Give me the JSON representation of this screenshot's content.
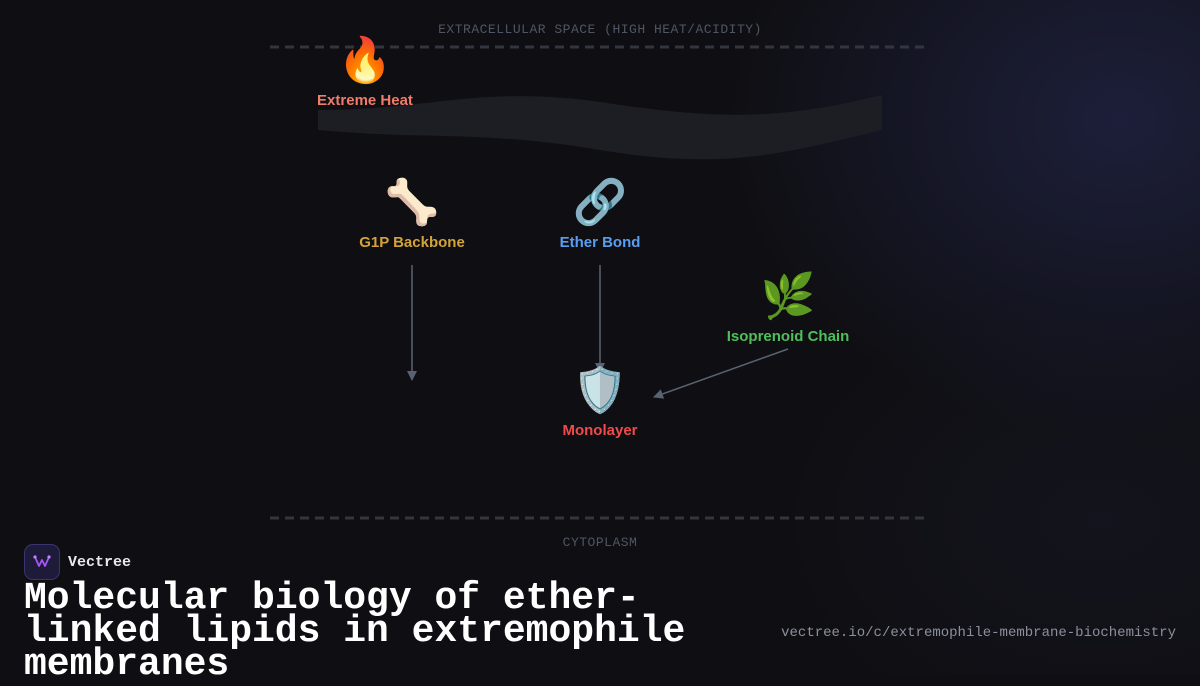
{
  "diagram": {
    "top_zone_label": "EXTRACELLULAR SPACE (HIGH HEAT/ACIDITY)",
    "bottom_zone_label": "CYTOPLASM",
    "nodes": [
      {
        "id": "heat",
        "icon": "fire-icon",
        "emoji": "🔥",
        "label": "Extreme Heat",
        "color": "#f07c6a"
      },
      {
        "id": "g1p",
        "icon": "bone-icon",
        "emoji": "🦴",
        "label": "G1P Backbone",
        "color": "#d3a33a"
      },
      {
        "id": "ether",
        "icon": "link-icon",
        "emoji": "🔗",
        "label": "Ether Bond",
        "color": "#5b9ef0"
      },
      {
        "id": "isoprenoid",
        "icon": "leaf-icon",
        "emoji": "🌿",
        "label": "Isoprenoid Chain",
        "color": "#4fbf5a"
      },
      {
        "id": "monolayer",
        "icon": "shield-icon",
        "emoji": "🛡️",
        "label": "Monolayer",
        "color": "#ef4b4b"
      }
    ],
    "edges": [
      {
        "from": "g1p",
        "to": null
      },
      {
        "from": "ether",
        "to": "monolayer"
      },
      {
        "from": "isoprenoid",
        "to": "monolayer"
      }
    ]
  },
  "brand": {
    "name": "Vectree",
    "icon": "vectree-logo-icon",
    "accent": "#a855f7"
  },
  "footer": {
    "title": "Molecular biology of ether-linked lipids in extremophile membranes",
    "url": "vectree.io/c/extremophile-membrane-biochemistry"
  }
}
